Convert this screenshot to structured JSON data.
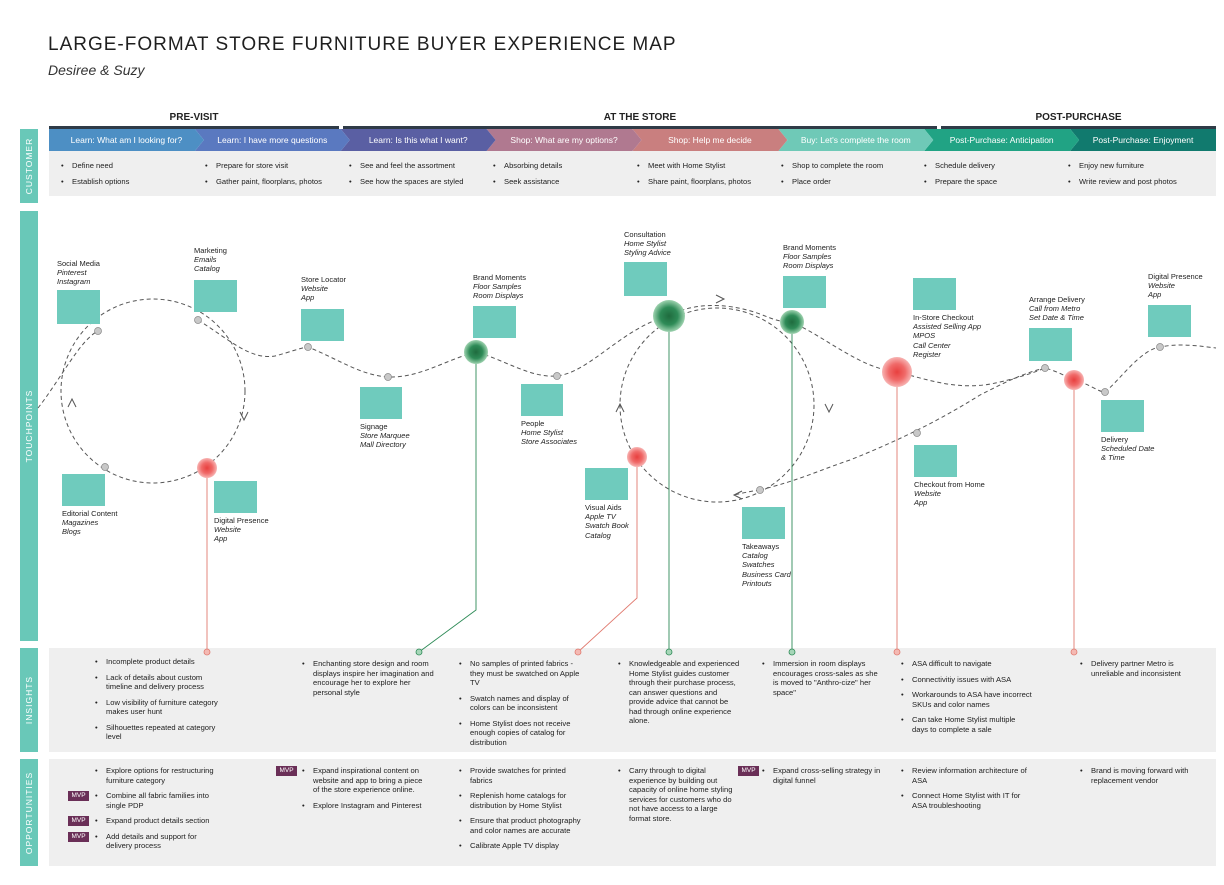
{
  "title": "LARGE-FORMAT STORE FURNITURE BUYER EXPERIENCE MAP",
  "subtitle": "Desiree & Suzy",
  "phases": [
    "PRE-VISIT",
    "AT THE STORE",
    "POST-PURCHASE"
  ],
  "rows": {
    "customer": "CUSTOMER",
    "touchpoints": "TOUCHPOINTS",
    "insights": "INSIGHTS",
    "opportunities": "OPPORTUNITIES"
  },
  "colors": {
    "teal": "#6fcbbd",
    "highlight_green": "#2e8b57",
    "pain_red": "#e8403f",
    "mvp_purple": "#6a2f57",
    "band_gray": "#efefef"
  },
  "stages": [
    {
      "label": "Learn: What am I looking for?",
      "color": "#4d8fc4"
    },
    {
      "label": "Learn: I have more questions",
      "color": "#5a79c0"
    },
    {
      "label": "Learn: Is this what I want?",
      "color": "#5a5fa3"
    },
    {
      "label": "Shop: What are my options?",
      "color": "#b07990"
    },
    {
      "label": "Shop: Help me decide",
      "color": "#c97f7f"
    },
    {
      "label": "Buy: Let's complete the room",
      "color": "#6fc9b7"
    },
    {
      "label": "Post-Purchase: Anticipation",
      "color": "#21a384"
    },
    {
      "label": "Post-Purchase: Enjoyment",
      "color": "#117a6e"
    }
  ],
  "customer_items": [
    [
      "Define need",
      "Establish options"
    ],
    [
      "Prepare for store visit",
      "Gather paint, floorplans, photos"
    ],
    [
      "See and feel the assortment",
      "See how the spaces are styled"
    ],
    [
      "Absorbing details",
      "Seek assistance"
    ],
    [
      "Meet with Home Stylist",
      "Share paint, floorplans, photos"
    ],
    [
      "Shop to complete the room",
      "Place order"
    ],
    [
      "Schedule delivery",
      "Prepare the space"
    ],
    [
      "Enjoy new furniture",
      "Write review and post photos"
    ]
  ],
  "touchpoints": [
    {
      "title": "Social Media",
      "items": [
        "Pinterest",
        "Instagram"
      ]
    },
    {
      "title": "Marketing",
      "items": [
        "Emails",
        "Catalog"
      ]
    },
    {
      "title": "Store Locator",
      "items": [
        "Website",
        "App"
      ]
    },
    {
      "title": "Brand Moments",
      "items": [
        "Floor Samples",
        "Room Displays"
      ]
    },
    {
      "title": "Consultation",
      "items": [
        "Home Stylist",
        "Styling Advice"
      ]
    },
    {
      "title": "Brand Moments",
      "items": [
        "Floor Samples",
        "Room Displays"
      ]
    },
    {
      "title": "In-Store Checkout",
      "items": [
        "Assisted Selling App",
        "MPOS",
        "Call Center",
        "Register"
      ]
    },
    {
      "title": "Arrange Delivery",
      "items": [
        "Call from Metro",
        "Set Date & Time"
      ]
    },
    {
      "title": "Digital Presence",
      "items": [
        "Website",
        "App"
      ]
    },
    {
      "title": "Signage",
      "items": [
        "Store Marquee",
        "Mall Directory"
      ]
    },
    {
      "title": "People",
      "items": [
        "Home Stylist",
        "Store Associates"
      ]
    },
    {
      "title": "Editorial Content",
      "items": [
        "Magazines",
        "Blogs"
      ]
    },
    {
      "title": "Digital Presence",
      "items": [
        "Website",
        "App"
      ]
    },
    {
      "title": "Visual Aids",
      "items": [
        "Apple TV",
        "Swatch Book",
        "Catalog"
      ]
    },
    {
      "title": "Takeaways",
      "items": [
        "Catalog",
        "Swatches",
        "Business Card",
        "Printouts"
      ]
    },
    {
      "title": "Checkout from Home",
      "items": [
        "Website",
        "App"
      ]
    },
    {
      "title": "Delivery",
      "items": [
        "Scheduled Date",
        "& Time"
      ]
    }
  ],
  "insights": [
    [
      "Incomplete product details",
      "Lack of details about custom timeline and delivery process",
      "Low visibility of furniture category makes user hunt",
      "Silhouettes repeated at category level"
    ],
    [
      "Enchanting store design and room displays inspire her imagination and encourage her to explore her personal style"
    ],
    [
      "No samples of printed fabrics - they must be swatched on Apple TV",
      "Swatch names and display of colors can be inconsistent",
      "Home Stylist does not receive enough copies of catalog for distribution"
    ],
    [
      "Knowledgeable and experienced Home Stylist guides customer through their purchase process, can answer questions and provide advice that cannot be had through online experience alone."
    ],
    [
      "Immersion in room displays encourages cross-sales as she is moved to \"Anthro-cize\" her space\""
    ],
    [
      "ASA difficult to navigate",
      "Connectivitiy issues with ASA",
      "Workarounds to ASA have incorrect SKUs and color names",
      "Can take Home Stylist multiple days to complete a sale"
    ],
    [
      "Delivery partner Metro is unreliable and inconsistent"
    ]
  ],
  "opportunities": [
    [
      "Explore options for restructuring furniture category",
      "Combine all fabric families into single PDP",
      "Expand product details section",
      "Add details and support for delivery process"
    ],
    [
      "Expand inspirational content on website and app to bring a piece of the store experience online.",
      "Explore Instagram and Pinterest"
    ],
    [
      "Provide swatches for printed fabrics",
      "Replenish home catalogs for distribution by Home Stylist",
      "Ensure that product photography and color names are accurate",
      "Calibrate Apple TV display"
    ],
    [
      "Carry through to digital experience by building out capacity of online home styling services for customers who do not have access to a large format store."
    ],
    [
      "Expand cross-selling strategy in digital funnel"
    ],
    [
      "Review information architecture of ASA",
      "Connect Home Stylist with IT for ASA troubleshooting"
    ],
    [
      "Brand is moving forward with replacement vendor"
    ]
  ],
  "mvp_label": "MVP"
}
